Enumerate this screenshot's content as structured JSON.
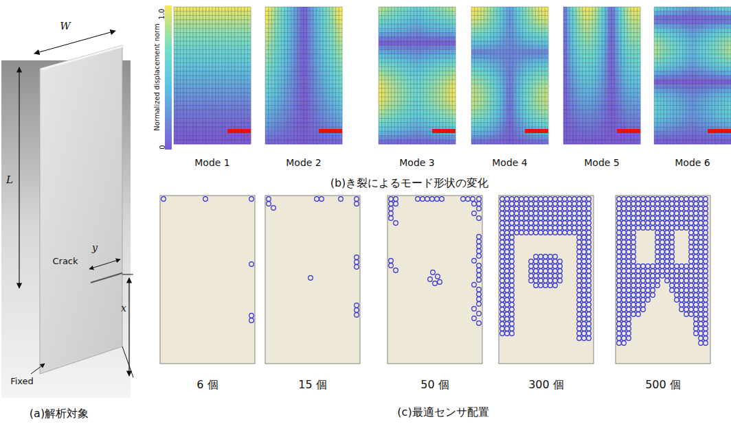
{
  "diagram": {
    "labels": [
      "W",
      "L",
      "y",
      "Crack",
      "x",
      "Fixed",
      "(a)解析対象",
      "Normalized displacement norm",
      "1.0",
      "0",
      "Mode 1",
      "Mode 2",
      "Mode 3",
      "Mode 4",
      "Mode 5",
      "Mode 6",
      "(b)き裂によるモード形状の変化",
      "6 個",
      "15 個",
      "50 個",
      "300 個",
      "500 個",
      "(c)最適センサ配置"
    ]
  }
}
